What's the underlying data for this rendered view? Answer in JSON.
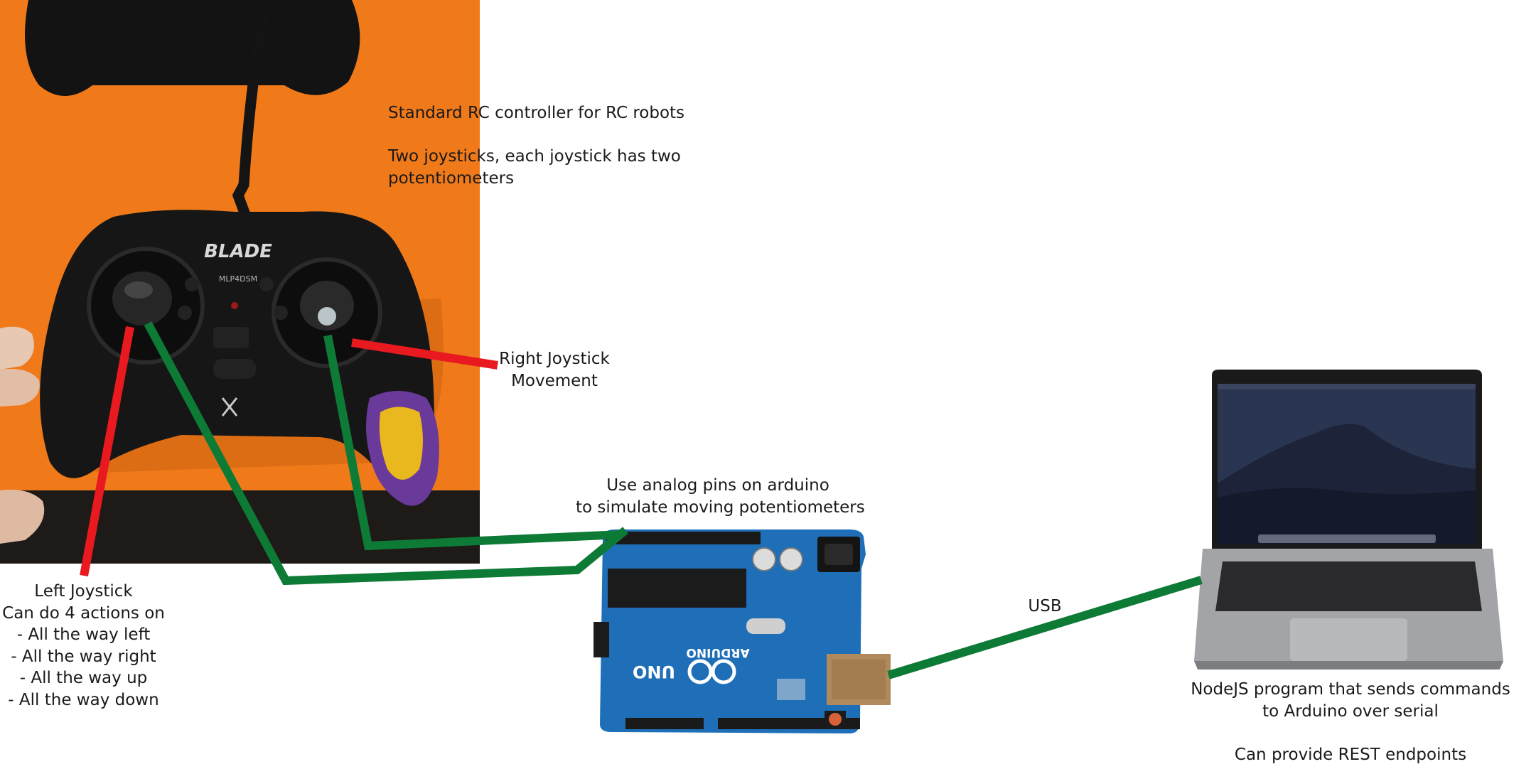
{
  "controller_note": {
    "line1": "Standard RC controller for RC robots",
    "line2": "Two joysticks, each joystick has two",
    "line3": "potentiometers"
  },
  "controller_branding": {
    "brand": "BLADE",
    "model": "MLP4DSM"
  },
  "right_joystick": {
    "line1": "Right Joystick",
    "line2": "Movement"
  },
  "left_joystick": {
    "title": "Left Joystick",
    "subtitle": "Can do 4 actions on",
    "actions": [
      "- All the way left",
      "- All the way right",
      "- All the way up",
      "- All the way down"
    ]
  },
  "arduino_note": {
    "line1": "Use analog pins on arduino",
    "line2": "to simulate moving potentiometers"
  },
  "arduino_branding": {
    "name": "ARDUINO",
    "model": "UNO"
  },
  "usb_label": "USB",
  "laptop_note": {
    "line1": "NodeJS program that sends commands",
    "line2": "to Arduino over serial",
    "line3": "Can provide REST endpoints"
  },
  "colors": {
    "orange_bg": "#f07a1a",
    "controller_black": "#141414",
    "red_line": "#e8191f",
    "green_line": "#0d7a35",
    "arduino_blue": "#1f6fb8",
    "laptop_gray": "#9a9ca0"
  }
}
